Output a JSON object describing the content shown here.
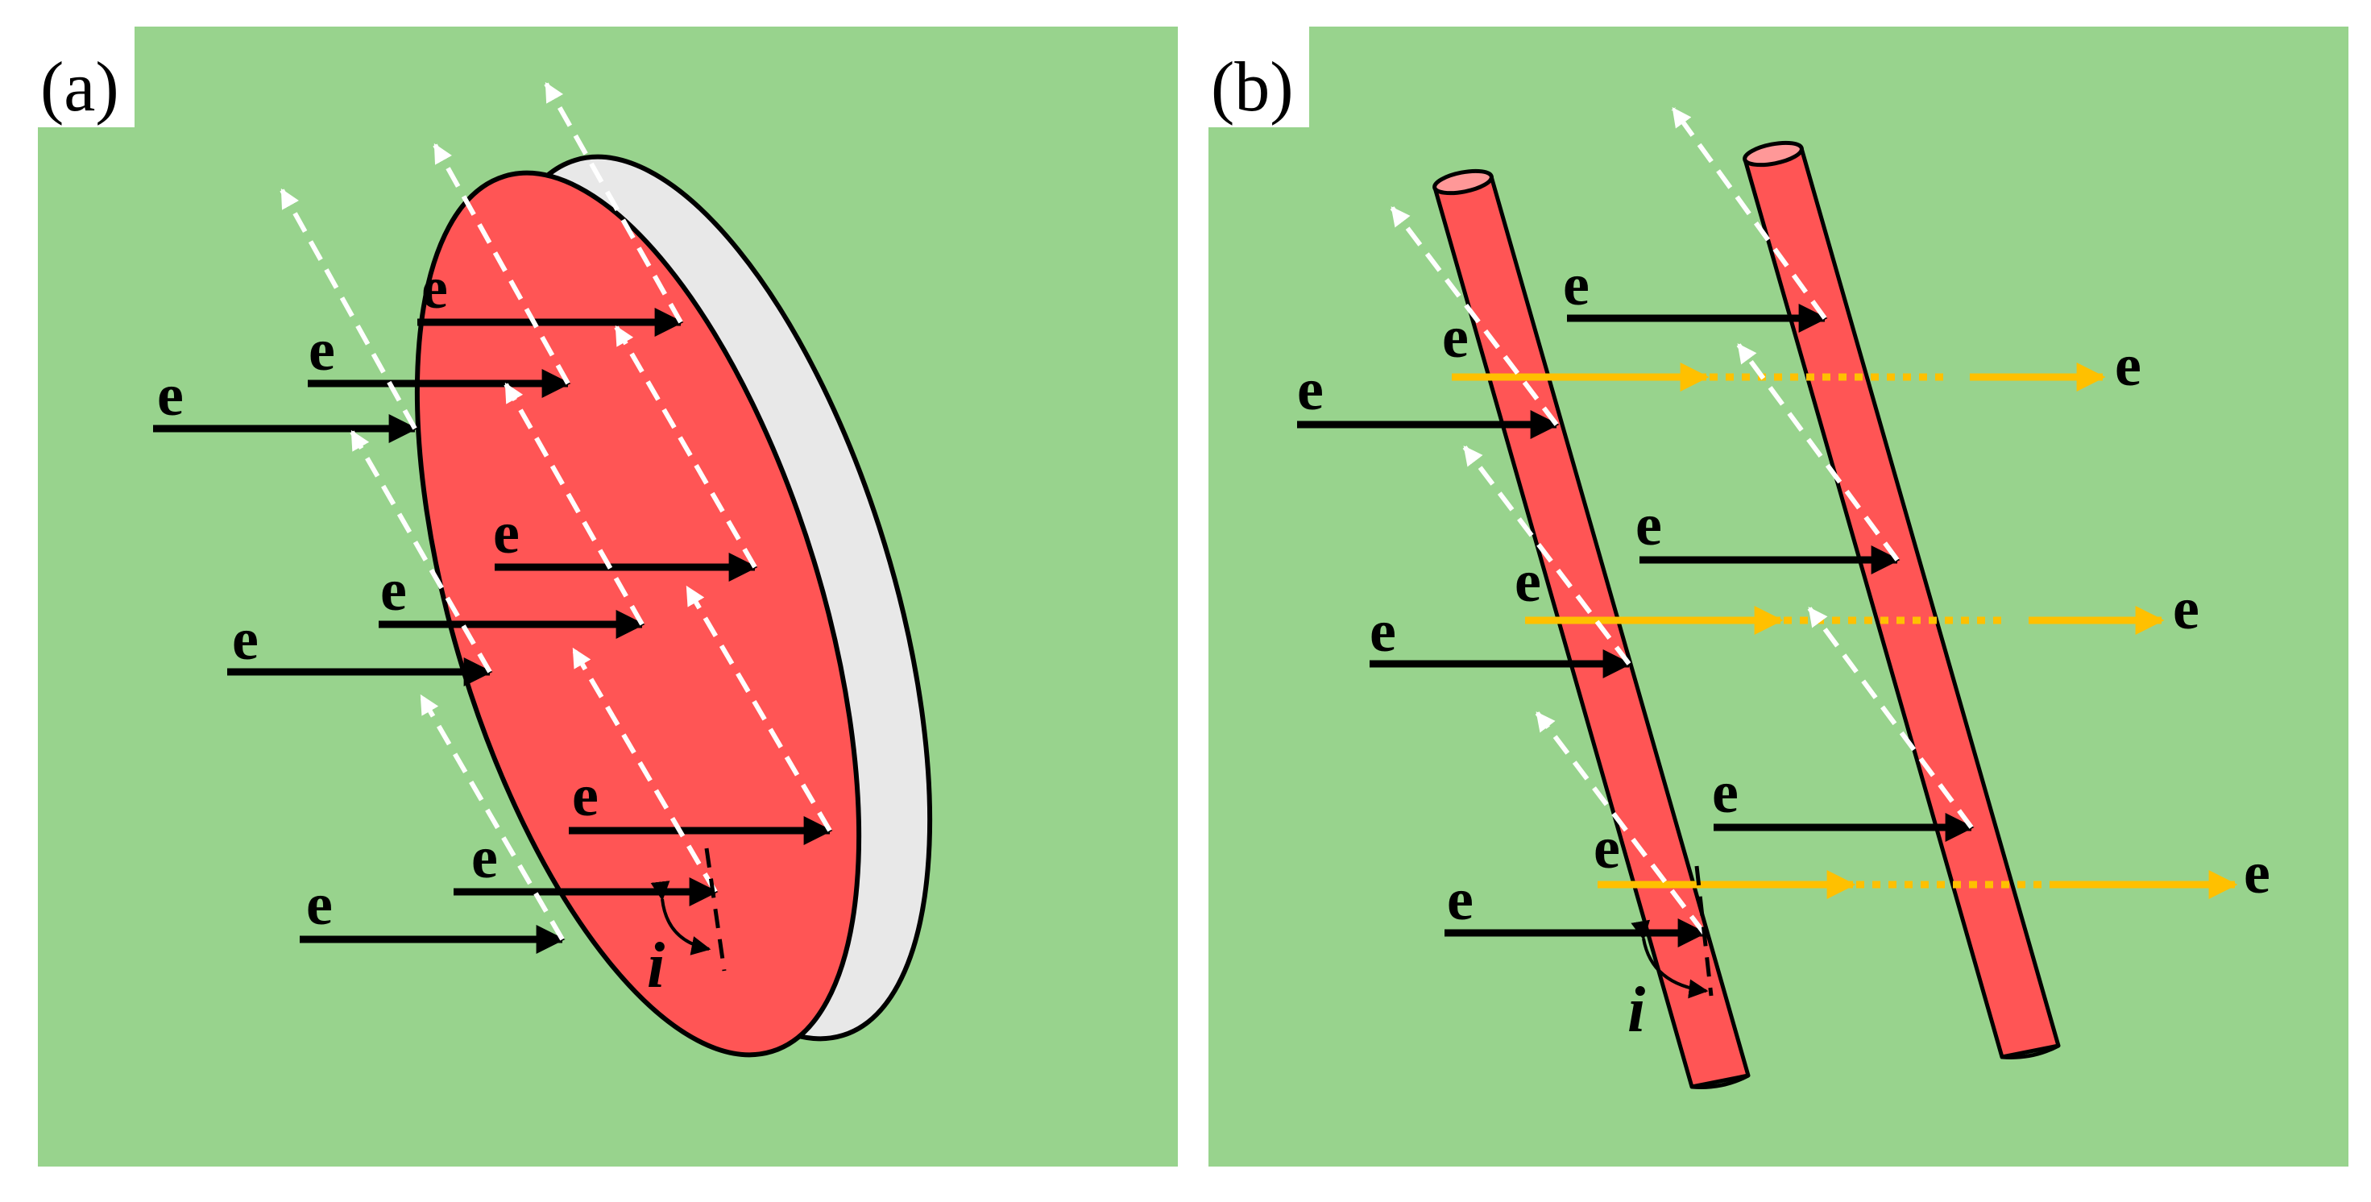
{
  "colors": {
    "background": "#98d38d",
    "specimen": "#ff5555",
    "specimen_edge": "#e8e8e8",
    "electron_arrow": "#000000",
    "transmitted_arrow": "#ffc000",
    "reflected_ray": "#ffffff"
  },
  "panel_a": {
    "label": "(a)",
    "electron_label": "e",
    "angle_label": "i"
  },
  "panel_b": {
    "label": "(b)",
    "electron_label": "e",
    "angle_label": "i"
  }
}
